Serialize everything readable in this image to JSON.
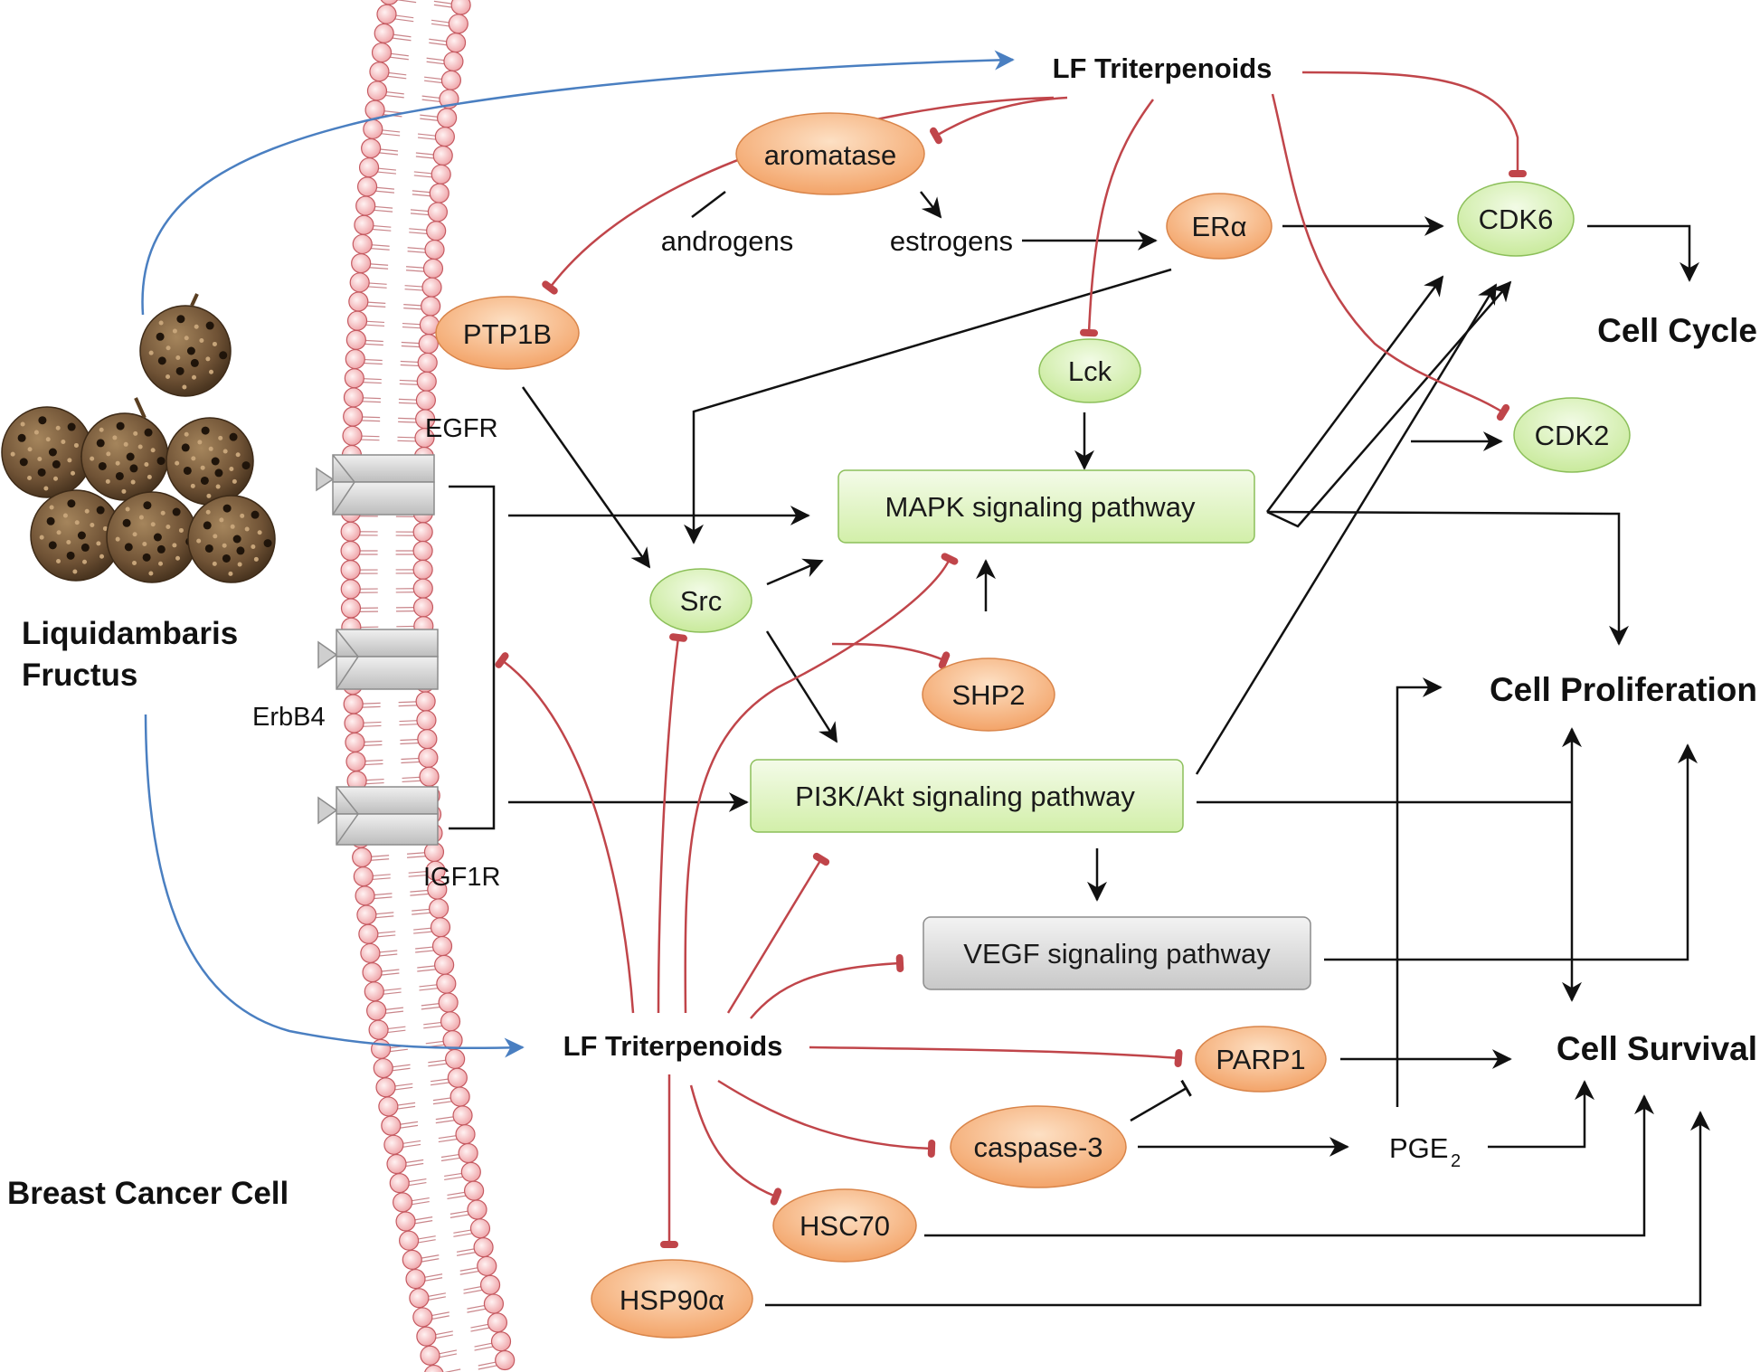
{
  "plant": {
    "name_line1": "Liquidambaris",
    "name_line2": "Fructus"
  },
  "cell_label": "Breast Cancer Cell",
  "compound_top": "LF Triterpenoids",
  "compound_bottom": "LF Triterpenoids",
  "receptors": {
    "egfr": "EGFR",
    "erbb4": "ErbB4",
    "igf1r": "IGF1R"
  },
  "nodes": {
    "aromatase": "aromatase",
    "androgens": "androgens",
    "estrogens": "estrogens",
    "era": "ERα",
    "ptp1b": "PTP1B",
    "lck": "Lck",
    "src": "Src",
    "shp2": "SHP2",
    "cdk6": "CDK6",
    "cdk2": "CDK2",
    "mapk": "MAPK signaling pathway",
    "pi3k": "PI3K/Akt signaling pathway",
    "vegf": "VEGF signaling pathway",
    "parp1": "PARP1",
    "caspase3": "caspase-3",
    "hsc70": "HSC70",
    "hsp90a": "HSP90α",
    "pge2": "PGE",
    "pge2_sub": "2"
  },
  "outcomes": {
    "cell_cycle": "Cell Cycle",
    "cell_proliferation": "Cell Proliferation",
    "cell_survival": "Cell Survival"
  },
  "colors": {
    "orange_fill": "#f7b27c",
    "green_fill": "#d9f2b8",
    "gray_fill": "#d6d6d6",
    "inhibit": "#c0454a",
    "activate": "#111111",
    "blue": "#4a7fc1",
    "membrane": "#f4b6b9"
  }
}
